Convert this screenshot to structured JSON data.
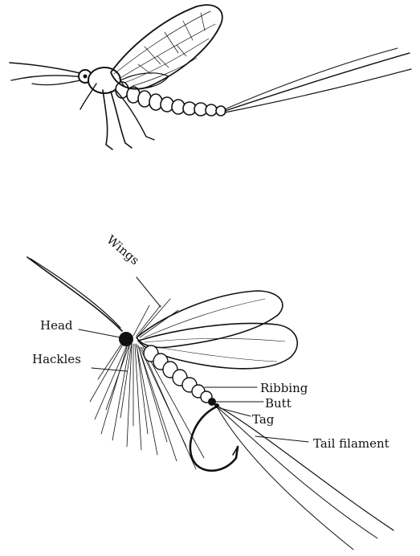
{
  "labels": {
    "wings": "Wings",
    "head": "Head",
    "hackles": "Hackles",
    "ribbing": "Ribbing",
    "butt": "Butt",
    "tag": "Tag",
    "tail_filament": "Tail filament"
  },
  "colors": {
    "ink": "#111111",
    "paper": "#ffffff"
  }
}
